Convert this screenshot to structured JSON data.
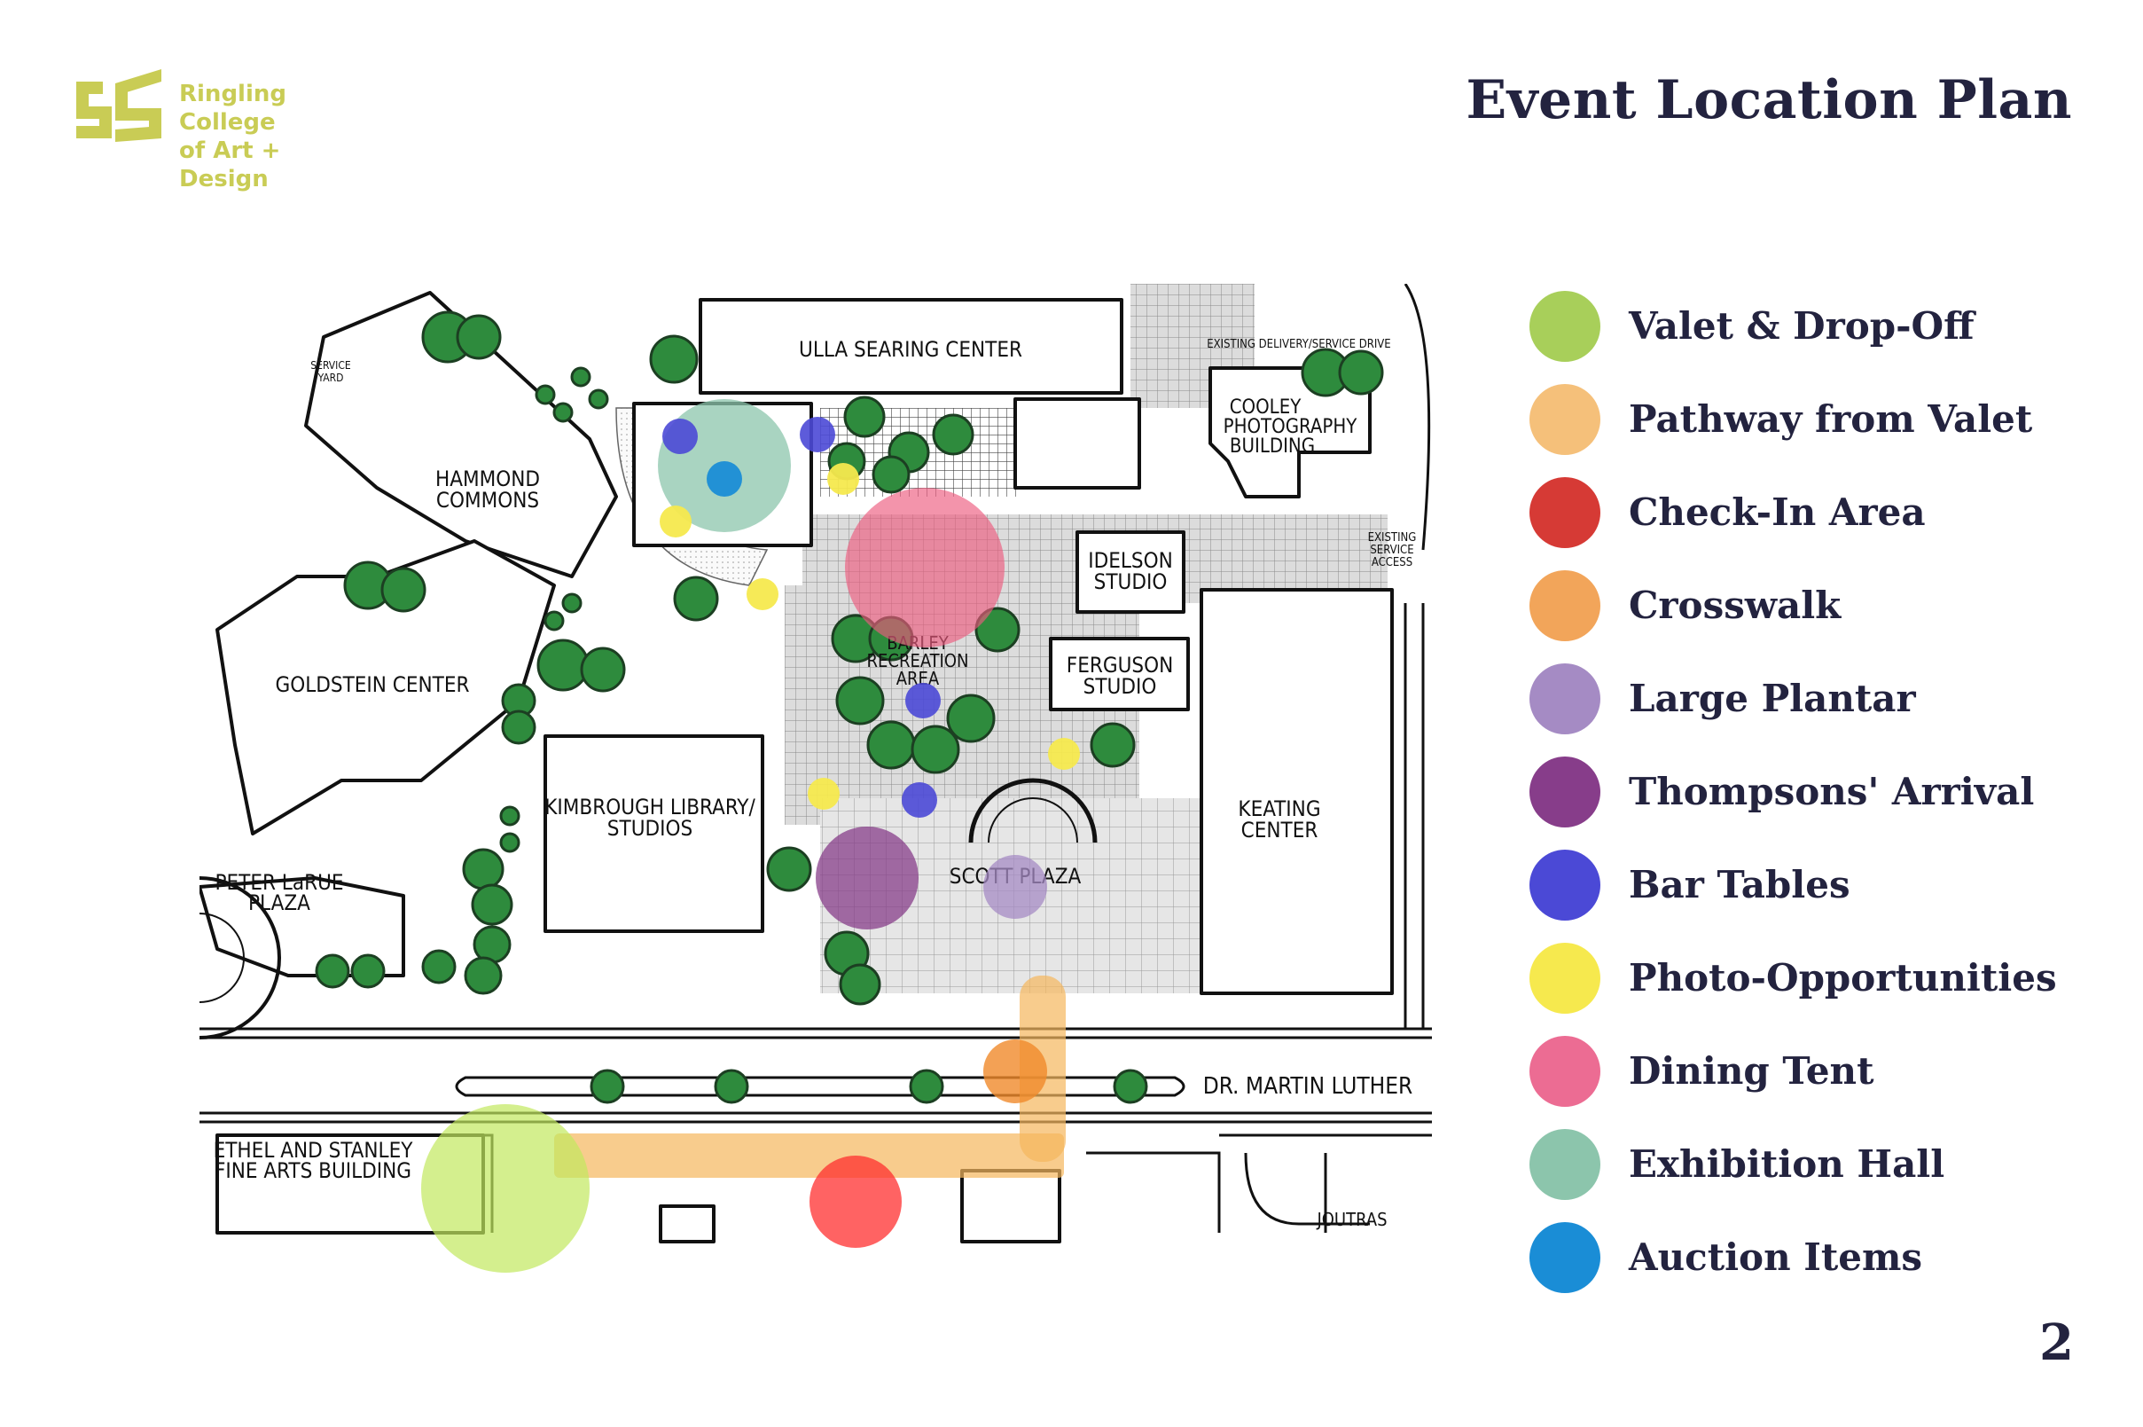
{
  "header": {
    "logo": {
      "line1": "Ringling College",
      "line2": "of Art + Design",
      "color": "#c9cc55"
    },
    "title": "Event Location Plan"
  },
  "map": {
    "buildings": {
      "ulla": "ULLA SEARING CENTER",
      "service_yard_1": "SERVICE",
      "service_yard_2": "YARD",
      "hammond_1": "HAMMOND",
      "hammond_2": "COMMONS",
      "goldstein": "GOLDSTEIN CENTER",
      "kimbrough_1": "KIMBROUGH LIBRARY/",
      "kimbrough_2": "STUDIOS",
      "larue_1": "PETER LaRUE",
      "larue_2": "PLAZA",
      "cooley_1": "COOLEY",
      "cooley_2": "PHOTOGRAPHY",
      "cooley_3": "BUILDING",
      "idelson_1": "IDELSON",
      "idelson_2": "STUDIO",
      "ferguson_1": "FERGUSON",
      "ferguson_2": "STUDIO",
      "keating_1": "KEATING",
      "keating_2": "CENTER",
      "recreation_1": "BARLEY",
      "recreation_2": "RECREATION",
      "recreation_3": "AREA",
      "scott": "SCOTT PLAZA",
      "delivery": "EXISTING DELIVERY/SERVICE DRIVE",
      "service_access_1": "EXISTING",
      "service_access_2": "SERVICE",
      "service_access_3": "ACCESS",
      "mlk": "DR. MARTIN LUTHER",
      "ethel_1": "ETHEL AND STANLEY",
      "ethel_2": "FINE ARTS BUILDING",
      "joutras": "JOUTRAS"
    }
  },
  "legend": [
    {
      "label": "Valet & Drop-Off",
      "color": "#a8cf5a"
    },
    {
      "label": "Pathway from Valet",
      "color": "#f5c07a"
    },
    {
      "label": "Check-In Area",
      "color": "#d63a35"
    },
    {
      "label": "Crosswalk",
      "color": "#f2a55a"
    },
    {
      "label": "Large Plantar",
      "color": "#a58bc4"
    },
    {
      "label": "Thompsons' Arrival",
      "color": "#873d8a"
    },
    {
      "label": "Bar Tables",
      "color": "#4b49d6"
    },
    {
      "label": "Photo-Opportunities",
      "color": "#f6e94e"
    },
    {
      "label": "Dining Tent",
      "color": "#ec6c93"
    },
    {
      "label": "Exhibition Hall",
      "color": "#8cc5ac"
    },
    {
      "label": "Auction Items",
      "color": "#1a8dd6"
    }
  ],
  "page_number": "2"
}
